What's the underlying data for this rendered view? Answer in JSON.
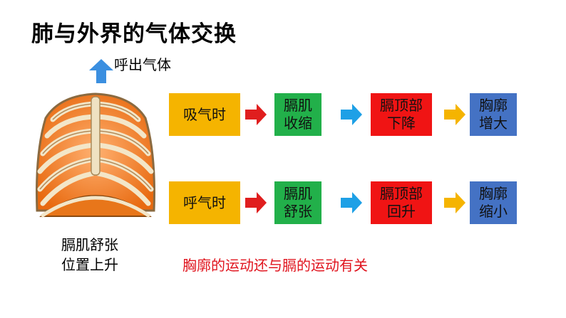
{
  "title": "肺与外界的气体交换",
  "exhale_label": "呼出气体",
  "caption": [
    "膈肌舒张",
    "位置上升"
  ],
  "rows": [
    {
      "start": "吸气时",
      "step1": [
        "膈肌",
        "收缩"
      ],
      "step2": [
        "膈顶部",
        "下降"
      ],
      "step3": [
        "胸廓",
        "增大"
      ]
    },
    {
      "start": "呼气时",
      "step1": [
        "膈肌",
        "舒张"
      ],
      "step2": [
        "膈顶部",
        "回升"
      ],
      "step3": [
        "胸廓",
        "缩小"
      ]
    }
  ],
  "note": "胸廓的运动还与膈的运动有关",
  "colors": {
    "yellow": "#f5b400",
    "green": "#22b04a",
    "red": "#f01414",
    "blue": "#4472c4",
    "arrow_red": "#e01e1e",
    "arrow_cyan": "#1ea0e6",
    "arrow_orange": "#f5b400",
    "up_arrow": "#3b8fe0"
  }
}
